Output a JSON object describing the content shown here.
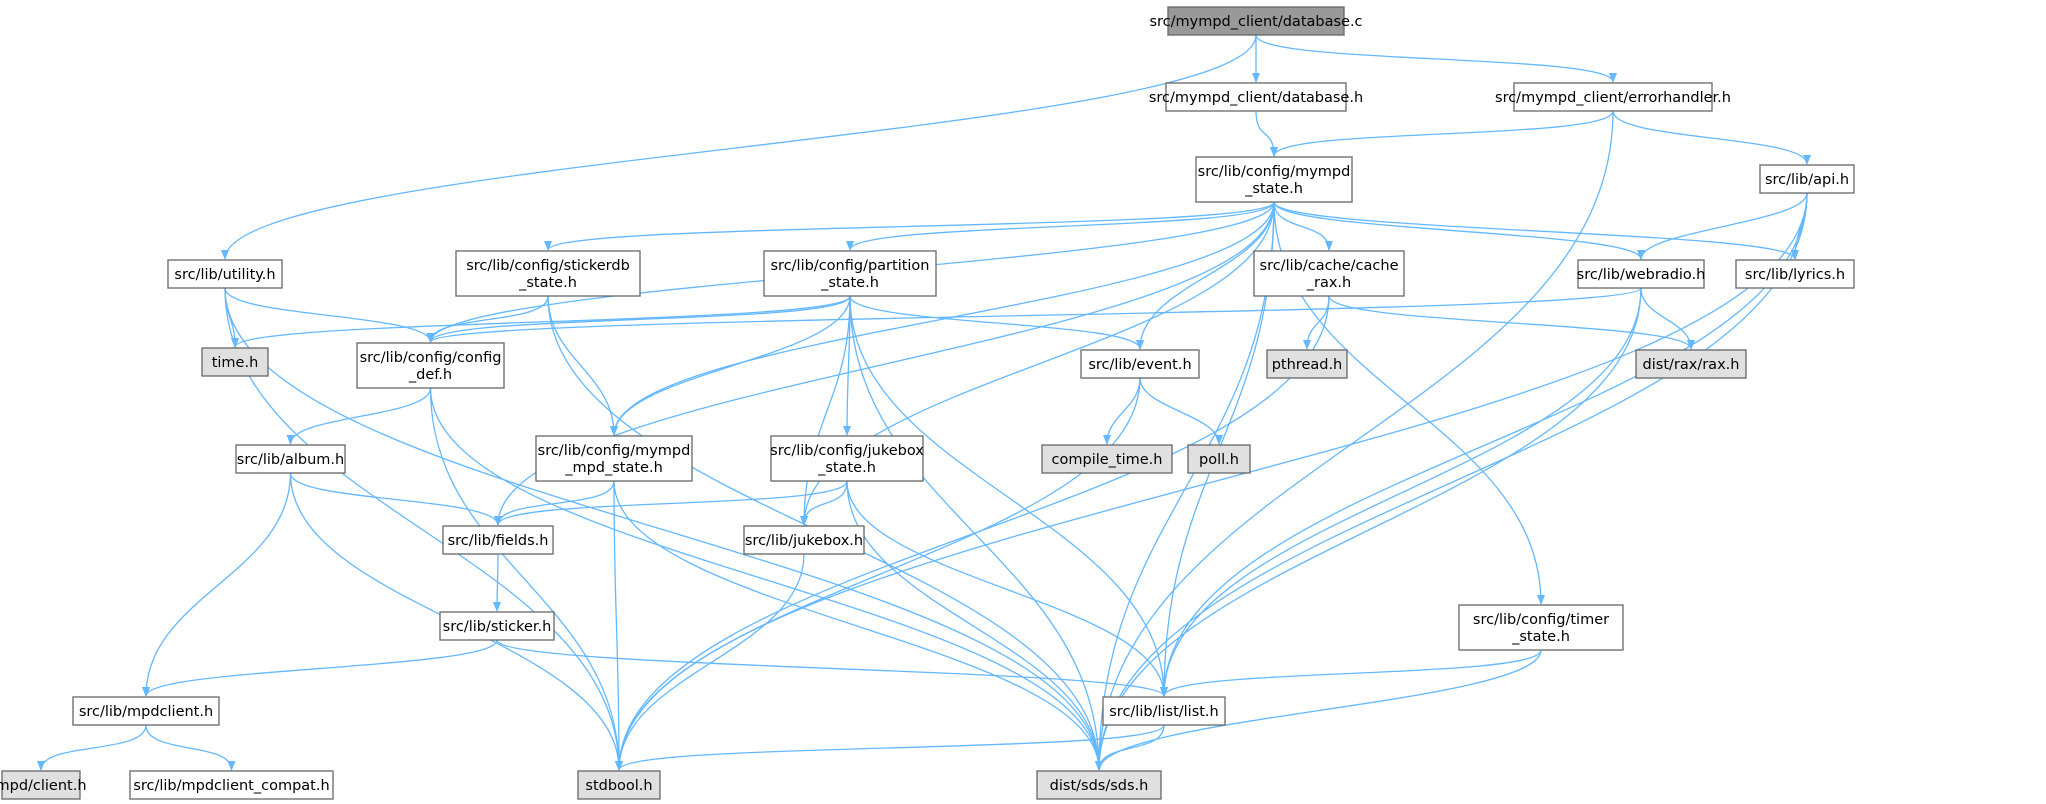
{
  "graph": {
    "colors": {
      "edge": "#63b8ff",
      "border": "#666666",
      "project_fill": "#ffffff",
      "system_fill": "#e0e0e0",
      "root_fill": "#999999"
    },
    "nodes": [
      {
        "id": "database_c",
        "lines": [
          "src/mympd_client/database.c"
        ],
        "kind": "root"
      },
      {
        "id": "database_h",
        "lines": [
          "src/mympd_client/database.h"
        ],
        "kind": "project"
      },
      {
        "id": "errorhandler_h",
        "lines": [
          "src/mympd_client/errorhandler.h"
        ],
        "kind": "project"
      },
      {
        "id": "mympd_state_h",
        "lines": [
          "src/lib/config/mympd",
          "_state.h"
        ],
        "kind": "project"
      },
      {
        "id": "api_h",
        "lines": [
          "src/lib/api.h"
        ],
        "kind": "project"
      },
      {
        "id": "utility_h",
        "lines": [
          "src/lib/utility.h"
        ],
        "kind": "project"
      },
      {
        "id": "stickerdb_state_h",
        "lines": [
          "src/lib/config/stickerdb",
          "_state.h"
        ],
        "kind": "project"
      },
      {
        "id": "partition_state_h",
        "lines": [
          "src/lib/config/partition",
          "_state.h"
        ],
        "kind": "project"
      },
      {
        "id": "cache_rax_h",
        "lines": [
          "src/lib/cache/cache",
          "_rax.h"
        ],
        "kind": "project"
      },
      {
        "id": "webradio_h",
        "lines": [
          "src/lib/webradio.h"
        ],
        "kind": "project"
      },
      {
        "id": "lyrics_h",
        "lines": [
          "src/lib/lyrics.h"
        ],
        "kind": "project"
      },
      {
        "id": "time_h",
        "lines": [
          "time.h"
        ],
        "kind": "system"
      },
      {
        "id": "config_def_h",
        "lines": [
          "src/lib/config/config",
          "_def.h"
        ],
        "kind": "project"
      },
      {
        "id": "event_h",
        "lines": [
          "src/lib/event.h"
        ],
        "kind": "project"
      },
      {
        "id": "pthread_h",
        "lines": [
          "pthread.h"
        ],
        "kind": "system"
      },
      {
        "id": "rax_h",
        "lines": [
          "dist/rax/rax.h"
        ],
        "kind": "system"
      },
      {
        "id": "album_h",
        "lines": [
          "src/lib/album.h"
        ],
        "kind": "project"
      },
      {
        "id": "mympd_mpd_state_h",
        "lines": [
          "src/lib/config/mympd",
          "_mpd_state.h"
        ],
        "kind": "project"
      },
      {
        "id": "jukebox_state_h",
        "lines": [
          "src/lib/config/jukebox",
          "_state.h"
        ],
        "kind": "project"
      },
      {
        "id": "compile_time_h",
        "lines": [
          "compile_time.h"
        ],
        "kind": "system"
      },
      {
        "id": "poll_h",
        "lines": [
          "poll.h"
        ],
        "kind": "system"
      },
      {
        "id": "fields_h",
        "lines": [
          "src/lib/fields.h"
        ],
        "kind": "project"
      },
      {
        "id": "jukebox_h",
        "lines": [
          "src/lib/jukebox.h"
        ],
        "kind": "project"
      },
      {
        "id": "sticker_h",
        "lines": [
          "src/lib/sticker.h"
        ],
        "kind": "project"
      },
      {
        "id": "timer_state_h",
        "lines": [
          "src/lib/config/timer",
          "_state.h"
        ],
        "kind": "project"
      },
      {
        "id": "mpdclient_h",
        "lines": [
          "src/lib/mpdclient.h"
        ],
        "kind": "project"
      },
      {
        "id": "list_h",
        "lines": [
          "src/lib/list/list.h"
        ],
        "kind": "project"
      },
      {
        "id": "mpd_client_h",
        "lines": [
          "mpd/client.h"
        ],
        "kind": "system"
      },
      {
        "id": "mpdclient_compat_h",
        "lines": [
          "src/lib/mpdclient_compat.h"
        ],
        "kind": "project"
      },
      {
        "id": "stdbool_h",
        "lines": [
          "stdbool.h"
        ],
        "kind": "system"
      },
      {
        "id": "sds_h",
        "lines": [
          "dist/sds/sds.h"
        ],
        "kind": "system"
      }
    ],
    "edges": [
      [
        "database_c",
        "database_h"
      ],
      [
        "database_c",
        "errorhandler_h"
      ],
      [
        "database_c",
        "utility_h"
      ],
      [
        "database_h",
        "mympd_state_h"
      ],
      [
        "errorhandler_h",
        "mympd_state_h"
      ],
      [
        "errorhandler_h",
        "api_h"
      ],
      [
        "errorhandler_h",
        "sds_h"
      ],
      [
        "api_h",
        "webradio_h"
      ],
      [
        "api_h",
        "lyrics_h"
      ],
      [
        "api_h",
        "list_h"
      ],
      [
        "api_h",
        "sds_h"
      ],
      [
        "api_h",
        "stdbool_h"
      ],
      [
        "mympd_state_h",
        "stickerdb_state_h"
      ],
      [
        "mympd_state_h",
        "partition_state_h"
      ],
      [
        "mympd_state_h",
        "cache_rax_h"
      ],
      [
        "mympd_state_h",
        "webradio_h"
      ],
      [
        "mympd_state_h",
        "lyrics_h"
      ],
      [
        "mympd_state_h",
        "config_def_h"
      ],
      [
        "mympd_state_h",
        "event_h"
      ],
      [
        "mympd_state_h",
        "mympd_mpd_state_h"
      ],
      [
        "mympd_state_h",
        "fields_h"
      ],
      [
        "mympd_state_h",
        "jukebox_h"
      ],
      [
        "mympd_state_h",
        "timer_state_h"
      ],
      [
        "mympd_state_h",
        "list_h"
      ],
      [
        "mympd_state_h",
        "sds_h"
      ],
      [
        "utility_h",
        "time_h"
      ],
      [
        "utility_h",
        "config_def_h"
      ],
      [
        "utility_h",
        "stdbool_h"
      ],
      [
        "utility_h",
        "sds_h"
      ],
      [
        "stickerdb_state_h",
        "config_def_h"
      ],
      [
        "stickerdb_state_h",
        "mympd_mpd_state_h"
      ],
      [
        "stickerdb_state_h",
        "sds_h"
      ],
      [
        "partition_state_h",
        "time_h"
      ],
      [
        "partition_state_h",
        "config_def_h"
      ],
      [
        "partition_state_h",
        "event_h"
      ],
      [
        "partition_state_h",
        "mympd_mpd_state_h"
      ],
      [
        "partition_state_h",
        "jukebox_state_h"
      ],
      [
        "partition_state_h",
        "jukebox_h"
      ],
      [
        "partition_state_h",
        "list_h"
      ],
      [
        "partition_state_h",
        "sds_h"
      ],
      [
        "cache_rax_h",
        "pthread_h"
      ],
      [
        "cache_rax_h",
        "rax_h"
      ],
      [
        "cache_rax_h",
        "stdbool_h"
      ],
      [
        "webradio_h",
        "config_def_h"
      ],
      [
        "webradio_h",
        "rax_h"
      ],
      [
        "webradio_h",
        "list_h"
      ],
      [
        "webradio_h",
        "sds_h"
      ],
      [
        "config_def_h",
        "album_h"
      ],
      [
        "config_def_h",
        "stdbool_h"
      ],
      [
        "config_def_h",
        "sds_h"
      ],
      [
        "event_h",
        "compile_time_h"
      ],
      [
        "event_h",
        "poll_h"
      ],
      [
        "event_h",
        "stdbool_h"
      ],
      [
        "album_h",
        "fields_h"
      ],
      [
        "album_h",
        "mpdclient_h"
      ],
      [
        "album_h",
        "stdbool_h"
      ],
      [
        "mympd_mpd_state_h",
        "fields_h"
      ],
      [
        "mympd_mpd_state_h",
        "stdbool_h"
      ],
      [
        "mympd_mpd_state_h",
        "sds_h"
      ],
      [
        "jukebox_state_h",
        "fields_h"
      ],
      [
        "jukebox_state_h",
        "jukebox_h"
      ],
      [
        "jukebox_state_h",
        "list_h"
      ],
      [
        "jukebox_state_h",
        "sds_h"
      ],
      [
        "fields_h",
        "sticker_h"
      ],
      [
        "jukebox_h",
        "stdbool_h"
      ],
      [
        "sticker_h",
        "mpdclient_h"
      ],
      [
        "sticker_h",
        "list_h"
      ],
      [
        "timer_state_h",
        "list_h"
      ],
      [
        "timer_state_h",
        "sds_h"
      ],
      [
        "mpdclient_h",
        "mpd_client_h"
      ],
      [
        "mpdclient_h",
        "mpdclient_compat_h"
      ],
      [
        "list_h",
        "stdbool_h"
      ],
      [
        "list_h",
        "sds_h"
      ]
    ]
  }
}
